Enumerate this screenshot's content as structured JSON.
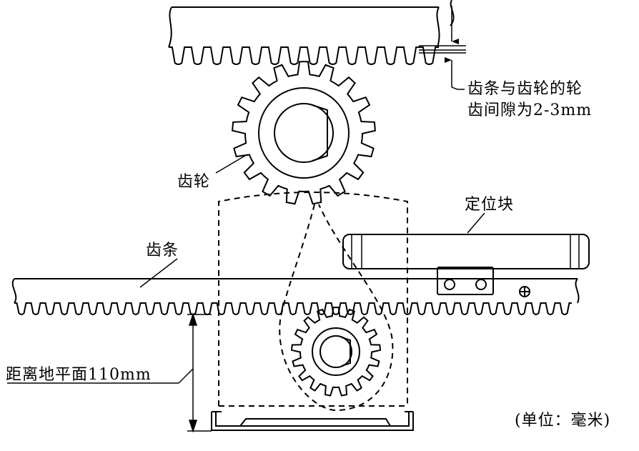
{
  "labels": {
    "clearance_line1": "齿条与齿轮的轮",
    "clearance_line2": "齿间隙为2-3mm",
    "gear": "齿轮",
    "positioning_block": "定位块",
    "rack": "齿条",
    "ground_distance": "距离地平面110mm",
    "unit_note": "(单位：毫米)"
  },
  "colors": {
    "line": "#000000",
    "background": "#ffffff"
  }
}
